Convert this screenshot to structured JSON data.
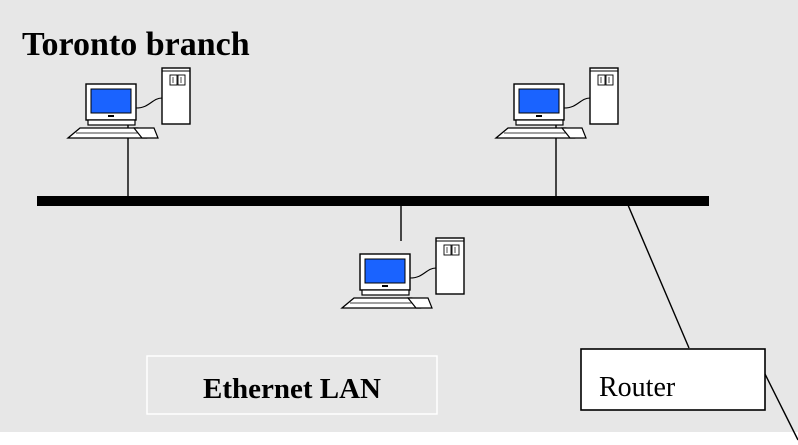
{
  "title": "Toronto branch",
  "lan_label": "Ethernet LAN",
  "router_label": "Router",
  "colors": {
    "background": "#e7e7e7",
    "screen": "#1a63ff",
    "device_fill": "#ffffff",
    "line": "#000000"
  },
  "nodes": [
    {
      "name": "workstation-left",
      "icon": "desktop-computer-icon"
    },
    {
      "name": "workstation-right",
      "icon": "desktop-computer-icon"
    },
    {
      "name": "workstation-center",
      "icon": "desktop-computer-icon"
    },
    {
      "name": "router",
      "icon": "router-box"
    }
  ]
}
